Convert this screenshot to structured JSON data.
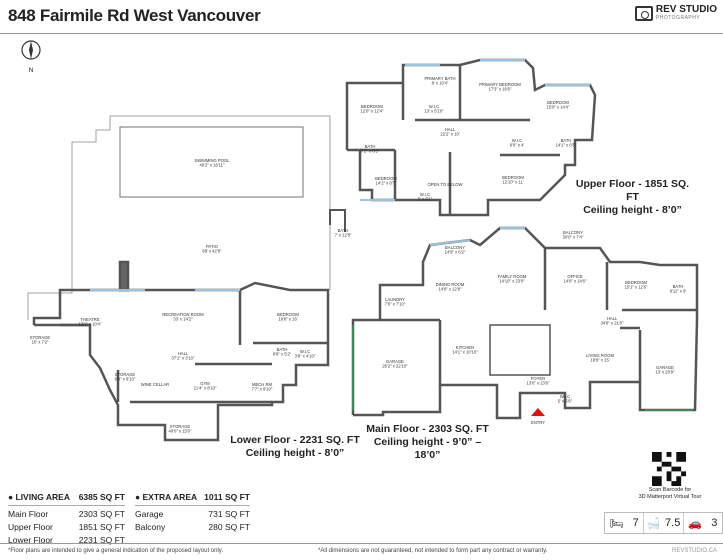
{
  "header": {
    "title": "848 Fairmile Rd West Vancouver",
    "logo_main": "REV STUDIO",
    "logo_sub": "PHOTOGRAPHY"
  },
  "compass": {
    "label": "N"
  },
  "floors": {
    "upper": {
      "title": "Upper Floor - 1851 SQ. FT",
      "ceiling": "Ceiling height - 8’0”"
    },
    "main": {
      "title": "Main Floor - 2303 SQ. FT",
      "ceiling": "Ceiling height - 9’0” – 18’0”"
    },
    "lower": {
      "title": "Lower Floor - 2231 SQ. FT",
      "ceiling": "Ceiling height - 8’0”"
    }
  },
  "rooms": [
    {
      "name": "SWIMMING POOL",
      "dim": "40'2\" x 16'11\""
    },
    {
      "name": "PATIO",
      "dim": "68' x 42'8\""
    },
    {
      "name": "PRIMARY BATH",
      "dim": "8' x 10'4\""
    },
    {
      "name": "PRIMARY BEDROOM",
      "dim": "17'3\" x 16'6\""
    },
    {
      "name": "BEDROOM",
      "dim": "12'0\" x 12'4\""
    },
    {
      "name": "W.I.C",
      "dim": "13' x 5'10\""
    },
    {
      "name": "BEDROOM",
      "dim": "15'0\" x 14'4\""
    },
    {
      "name": "HALL",
      "dim": "22'2\" x 10'"
    },
    {
      "name": "W.I.C",
      "dim": "6'0\" x 4'"
    },
    {
      "name": "BATH",
      "dim": "14'1\" x 6'5\""
    },
    {
      "name": "BATH",
      "dim": "7'2\" x 6'5\""
    },
    {
      "name": "BEDROOM",
      "dim": "14'1\" x 8'7\""
    },
    {
      "name": "OPEN TO BELOW",
      "dim": ""
    },
    {
      "name": "BEDROOM",
      "dim": "12'10\" x 11'"
    },
    {
      "name": "W.I.C",
      "dim": "5' x 6'1\""
    },
    {
      "name": "BATH",
      "dim": "7' x 12'8\""
    },
    {
      "name": "THEATRE",
      "dim": "13'1\" x 10'4\""
    },
    {
      "name": "STORAGE",
      "dim": "10' x 7'2\""
    },
    {
      "name": "RECREATION ROOM",
      "dim": "33' x 14'2\""
    },
    {
      "name": "BEDROOM",
      "dim": "18'8\" x 16'"
    },
    {
      "name": "HALL",
      "dim": "37'1\" x 3'10\""
    },
    {
      "name": "BATH",
      "dim": "8'8\" x 5'2\""
    },
    {
      "name": "W.I.C",
      "dim": "3'8\" x 4'10\""
    },
    {
      "name": "STORAGE",
      "dim": "8'8\" x 9'10\""
    },
    {
      "name": "WINE CELLAR",
      "dim": ""
    },
    {
      "name": "GYM",
      "dim": "21'4\" x 8'10\""
    },
    {
      "name": "MECH RM",
      "dim": "7'7\" x 9'10\""
    },
    {
      "name": "STORAGE",
      "dim": "40'0\" x 15'0\""
    },
    {
      "name": "BALCONY",
      "dim": "14'8\" x 6'2\""
    },
    {
      "name": "BALCONY",
      "dim": "30'0\" x 7'4\""
    },
    {
      "name": "FAMILY ROOM",
      "dim": "14'10\" x 23'0\""
    },
    {
      "name": "DINING ROOM",
      "dim": "14'8\" x 12'8\""
    },
    {
      "name": "OFFICE",
      "dim": "14'0\" x 14'6\""
    },
    {
      "name": "BEDROOM",
      "dim": "15'1\" x 12'6\""
    },
    {
      "name": "BATH",
      "dim": "6'11\" x 9'"
    },
    {
      "name": "LAUNDRY",
      "dim": "7'8\" x 7'10\""
    },
    {
      "name": "HALL",
      "dim": "34'8\" x 21'0\""
    },
    {
      "name": "KITCHEN",
      "dim": "14'1\" x 10'10\""
    },
    {
      "name": "LIVING ROOM",
      "dim": "18'8\" x 15'"
    },
    {
      "name": "GARAGE",
      "dim": "26'2\" x 22'10\""
    },
    {
      "name": "GARAGE",
      "dim": "13' x 20'9\""
    },
    {
      "name": "FOYER",
      "dim": "13'0\" x 13'6\""
    },
    {
      "name": "W.I.C",
      "dim": "5' x 5'6\""
    },
    {
      "name": "ENTRY",
      "dim": ""
    }
  ],
  "living_area": {
    "label": "LIVING AREA",
    "total": "6385 SQ FT",
    "rows": [
      {
        "name": "Main Floor",
        "value": "2303 SQ FT"
      },
      {
        "name": "Upper Floor",
        "value": "1851 SQ FT"
      },
      {
        "name": "Lower Floor",
        "value": "2231 SQ FT"
      }
    ]
  },
  "extra_area": {
    "label": "EXTRA AREA",
    "total": "1011 SQ FT",
    "rows": [
      {
        "name": "Garage",
        "value": "731 SQ FT"
      },
      {
        "name": "Balcony",
        "value": "280 SQ FT"
      }
    ]
  },
  "qr": {
    "caption1": "Scan Barcode for",
    "caption2": "3D Matterport Virtual Tour"
  },
  "features": {
    "bedrooms": "7",
    "bathrooms": "7.5",
    "garage": "3"
  },
  "footer": {
    "note1": "*Floor plans are intended to give a general indication of the proposed layout only.",
    "note2": "*All dimensions are not guaranteed, not intended to form part any contract or warranty.",
    "site": "REVSTUDIO.CA"
  },
  "colors": {
    "wall": "#555555",
    "window": "#9cc3dc",
    "door": "#3a9a5a",
    "entry": "#e01010"
  }
}
